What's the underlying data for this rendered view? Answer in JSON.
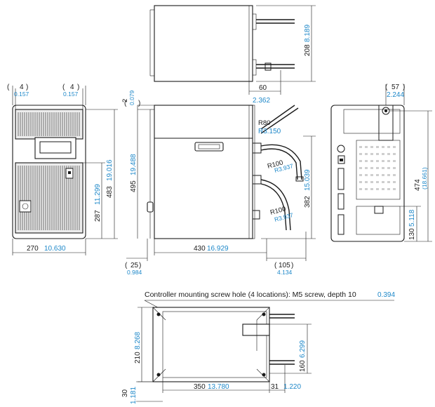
{
  "dims": {
    "top_depth_mm": "208",
    "top_depth_in": "8.189",
    "top_offset_mm": "60",
    "top_offset_in": "2.362",
    "left_gap_mm": "4",
    "left_gap_in": "0.157",
    "right_gap_mm": "4",
    "right_gap_in": "0.157",
    "front_height_mm": "483",
    "front_height_in": "19.016",
    "front_mid_mm": "287",
    "front_mid_in": "11.299",
    "front_width_mm": "270",
    "front_width_in": "10.630",
    "side_top_gap_mm": "2",
    "side_top_gap_in": "0.079",
    "side_height_mm": "495",
    "side_height_in": "19.488",
    "side_width_mm": "430",
    "side_width_in": "16.929",
    "side_left_ext_mm": "25",
    "side_left_ext_in": "0.984",
    "side_right_ext_mm": "105",
    "side_right_ext_in": "4.134",
    "hose_height_mm": "382",
    "hose_height_in": "15.039",
    "r80_mm": "R80",
    "r80_in": "R3.150",
    "r100a_mm": "R100",
    "r100a_in": "R3.937",
    "r100b_mm": "R100",
    "r100b_in": "R3.937",
    "rear_top_mm": "57",
    "rear_top_in": "2.244",
    "rear_height_mm": "474",
    "rear_height_in": "(18.661)",
    "rear_low_mm": "130",
    "rear_low_in": "5.118",
    "bottom_depth_mm": "210",
    "bottom_depth_in": "8.268",
    "bottom_inner_mm": "160",
    "bottom_inner_in": "6.299",
    "bottom_width_mm": "350",
    "bottom_width_in": "13.780",
    "bottom_right_mm": "31",
    "bottom_right_in": "1.220",
    "bottom_left_mm": "30",
    "bottom_left_in": "1.181"
  },
  "note": {
    "text": "Controller mounting screw hole (4 locations): M5 screw, depth 10",
    "value_in": "0.394"
  }
}
